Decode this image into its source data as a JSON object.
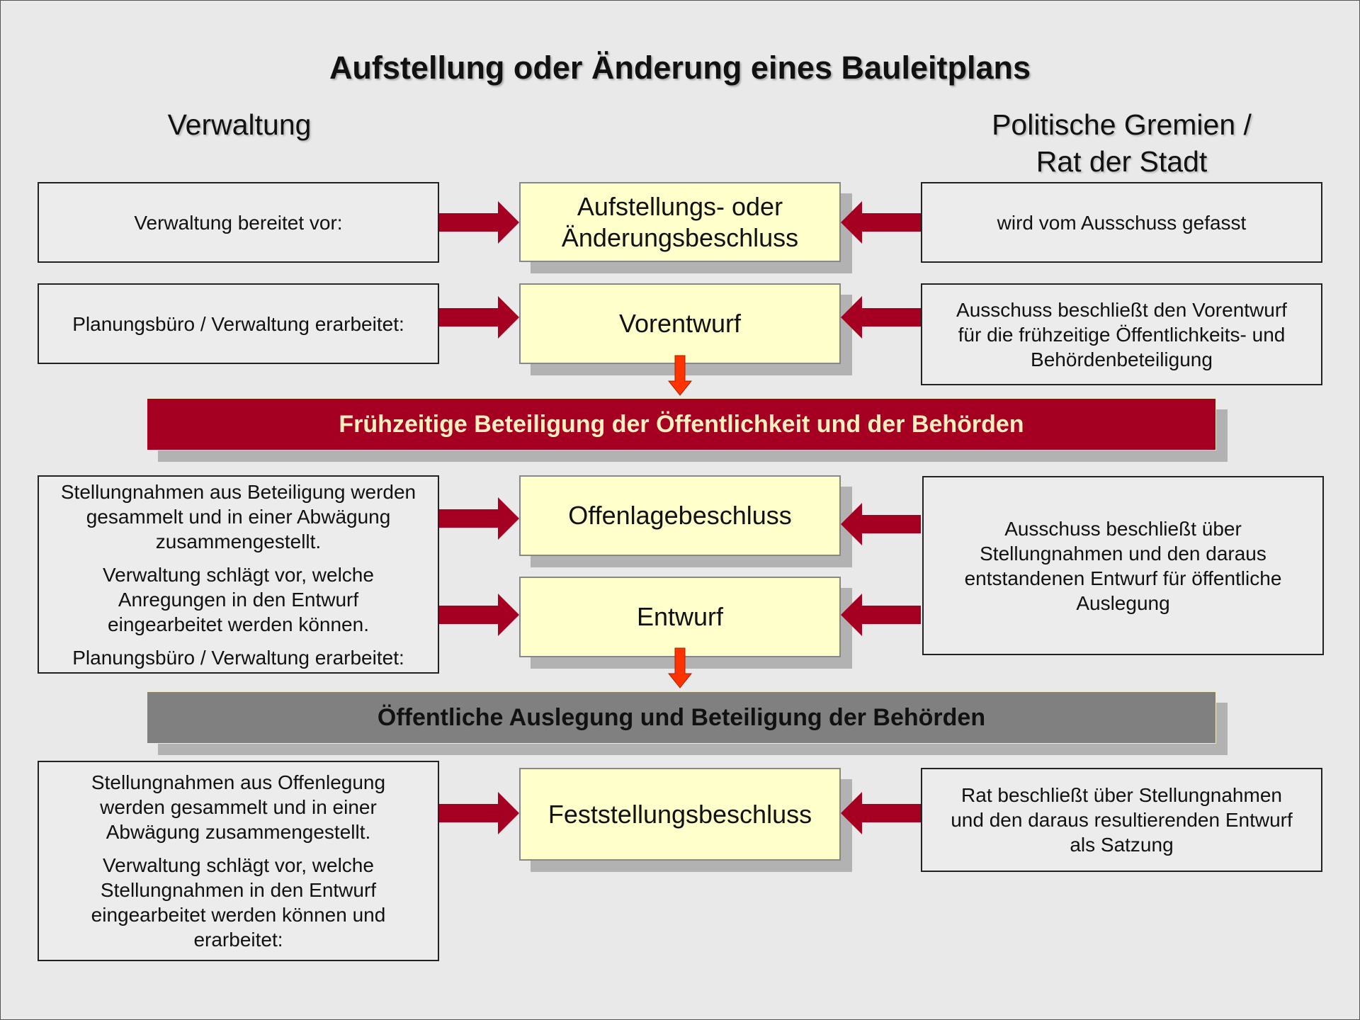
{
  "title": "Aufstellung oder Änderung eines Bauleitplans",
  "columns": {
    "left": "Verwaltung",
    "right_line1": "Politische Gremien /",
    "right_line2": "Rat der Stadt"
  },
  "steps": [
    {
      "left": [
        "Verwaltung bereitet vor:"
      ],
      "center": [
        "Aufstellungs- oder",
        "Änderungsbeschluss"
      ],
      "right": [
        "wird vom  Ausschuss gefasst"
      ]
    },
    {
      "left": [
        "Planungsbüro / Verwaltung erarbeitet:"
      ],
      "center": [
        "Vorentwurf"
      ],
      "right": [
        "Ausschuss beschließt den Vorentwurf für die frühzeitige Öffentlichkeits- und Behördenbeteiligung"
      ]
    },
    {
      "left": [
        "Stellungnahmen aus Beteiligung werden gesammelt und in einer Abwägung zusammengestellt.",
        "Verwaltung schlägt vor, welche Anregungen in den Entwurf eingearbeitet werden können.",
        "Planungsbüro / Verwaltung erarbeitet:"
      ],
      "center": [
        "Offenlagebeschluss"
      ],
      "center2": [
        "Entwurf"
      ],
      "right": [
        "Ausschuss beschließt über Stellungnahmen und den daraus entstandenen Entwurf für öffentliche Auslegung"
      ]
    },
    {
      "left": [
        "Stellungnahmen aus Offenlegung werden gesammelt und in einer Abwägung zusammengestellt.",
        "Verwaltung schlägt vor, welche Stellungnahmen in den Entwurf eingearbeitet werden können und erarbeitet:"
      ],
      "center": [
        "Feststellungsbeschluss"
      ],
      "right": [
        "Rat beschließt über Stellungnahmen und den daraus resultierenden Entwurf als Satzung"
      ]
    }
  ],
  "bands": {
    "early": "Frühzeitige Beteiligung der Öffentlichkeit und der Behörden",
    "public": "Öffentliche Auslegung und Beteiligung der Behörden"
  },
  "colors": {
    "arrow": "#a50021",
    "down_arrow": "#ff3300",
    "center_fill": "#ffffcc",
    "band_red": "#a50021",
    "band_grey": "#808080"
  }
}
